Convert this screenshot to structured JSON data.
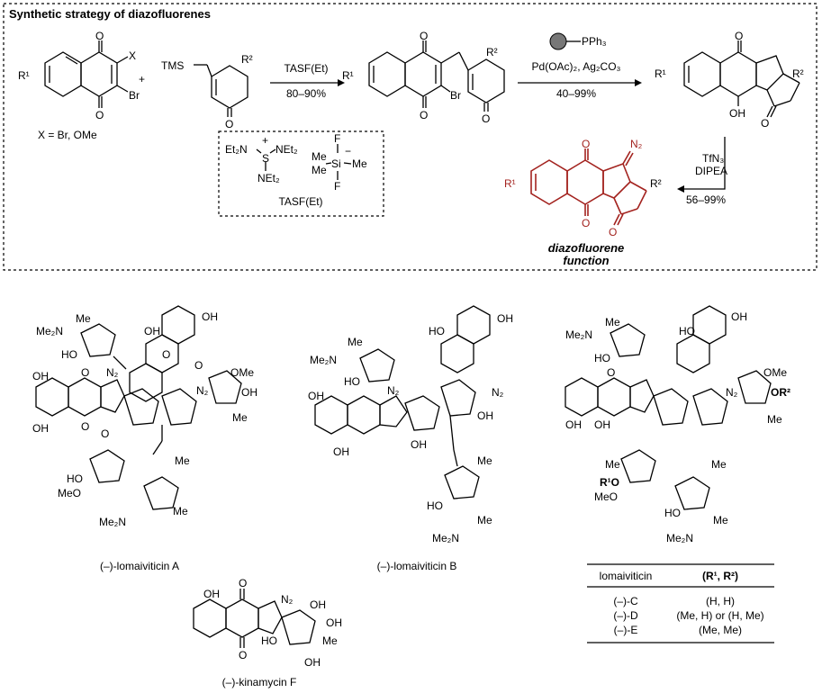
{
  "header": {
    "title": "Synthetic strategy of diazofluorenes"
  },
  "scheme": {
    "step1": {
      "reagent": "TASF(Et)",
      "yield": "80–90%",
      "x_note": "X = Br, OMe",
      "sm1_labels": {
        "r1": "R¹",
        "x": "X",
        "br": "Br",
        "o": "O"
      },
      "sm2_labels": {
        "tms": "TMS",
        "r2": "R²",
        "o": "O"
      },
      "plus": "+"
    },
    "step2": {
      "cat_label": "PPh₃",
      "reagents": "Pd(OAc)₂, Ag₂CO₃",
      "yield": "40–99%"
    },
    "step3": {
      "reagent1": "TfN₃",
      "reagent2": "DIPEA",
      "yield": "56–99%"
    },
    "intermediate_labels": {
      "r1": "R¹",
      "r2": "R²",
      "br": "Br",
      "o": "O"
    },
    "tricycle_labels": {
      "r1": "R¹",
      "r2": "R²",
      "oh": "OH",
      "o": "O"
    },
    "product_labels": {
      "r1": "R¹",
      "r2": "R²",
      "n2": "N₂",
      "o": "O"
    },
    "tasf_box": {
      "name": "TASF(Et)",
      "net2a": "Et₂N",
      "net2b": "NEt₂",
      "net2c": "NEt₂",
      "s": "S",
      "plus": "+",
      "si": "Si",
      "me1": "Me",
      "me2": "Me",
      "me3": "Me",
      "f1": "F",
      "f2": "F",
      "minus": "−"
    },
    "function_label_1": "diazofluorene",
    "function_label_2": "function"
  },
  "compounds": [
    {
      "name": "(–)-lomaiviticin A"
    },
    {
      "name": "(–)-lomaiviticin B"
    },
    {
      "name": "(–)-kinamycin F"
    }
  ],
  "struct_labels": {
    "oh": "OH",
    "o": "O",
    "n2": "N₂",
    "me": "Me",
    "me2n": "Me₂N",
    "ho": "HO",
    "meo": "MeO",
    "ome": "OMe",
    "r1o": "R¹O",
    "or2": "OR²"
  },
  "table": {
    "headers": [
      "lomaiviticin",
      "(R¹, R²)"
    ],
    "rows": [
      [
        "(–)-C",
        "(H, H)"
      ],
      [
        "(–)-D",
        "(Me, H) or (H, Me)"
      ],
      [
        "(–)-E",
        "(Me, Me)"
      ]
    ]
  },
  "colors": {
    "highlight": "#a3231f",
    "line": "#000000"
  }
}
